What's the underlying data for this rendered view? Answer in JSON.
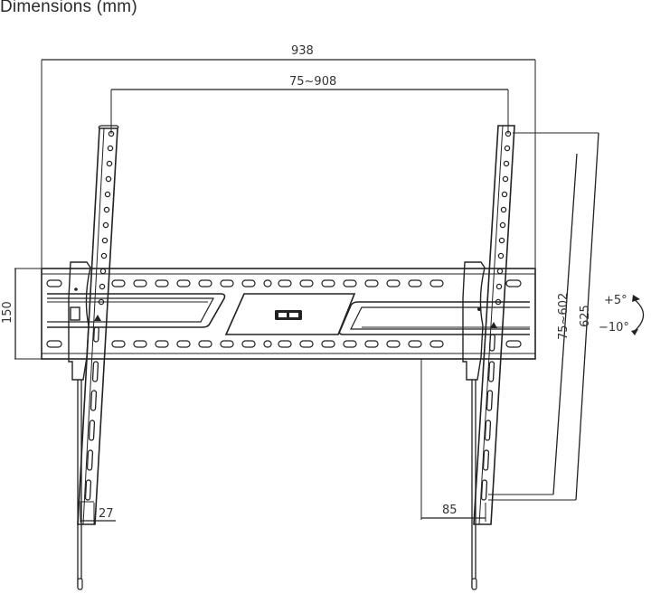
{
  "title": "Dimensions (mm)",
  "dimensions": {
    "overall_width": "938",
    "vesa_horizontal": "75~908",
    "plate_height": "150",
    "vesa_vertical": "75~602",
    "arm_length": "625",
    "tilt_up": "+5°",
    "tilt_down": "−10°",
    "wall_profile": "27",
    "max_depth": "85"
  },
  "colors": {
    "line": "#222222",
    "text": "#333333",
    "background": "#ffffff"
  }
}
